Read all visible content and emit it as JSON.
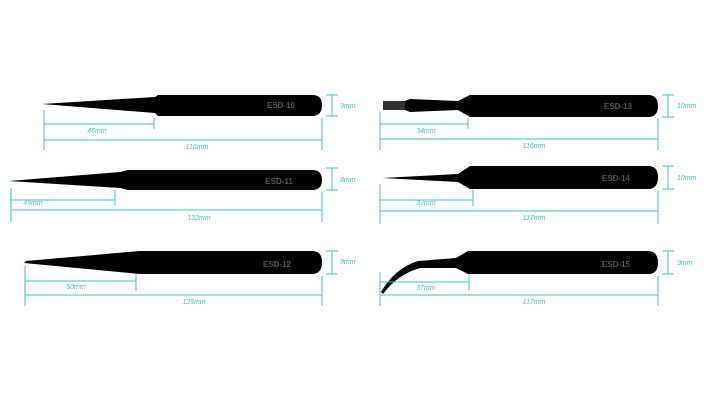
{
  "colors": {
    "tool": "#000000",
    "dimension": "#3fc3c3",
    "label": "#555555",
    "background": "#ffffff"
  },
  "tweezers": [
    {
      "model": "ESD-10",
      "tip_length": "46mm",
      "total_length": "116mm",
      "width": "9mm",
      "tip_style": "fine-point"
    },
    {
      "model": "ESD-11",
      "tip_length": "49mm",
      "total_length": "132mm",
      "width": "8mm",
      "tip_style": "fine-point"
    },
    {
      "model": "ESD-12",
      "tip_length": "50mm",
      "total_length": "125mm",
      "width": "9mm",
      "tip_style": "fine-point"
    },
    {
      "model": "ESD-13",
      "tip_length": "34mm",
      "total_length": "116mm",
      "width": "10mm",
      "tip_style": "flat-blade"
    },
    {
      "model": "ESD-14",
      "tip_length": "37mm",
      "total_length": "117mm",
      "width": "10mm",
      "tip_style": "fine-point"
    },
    {
      "model": "ESD-15",
      "tip_length": "37mm",
      "total_length": "117mm",
      "width": "9mm",
      "tip_style": "curved"
    }
  ]
}
